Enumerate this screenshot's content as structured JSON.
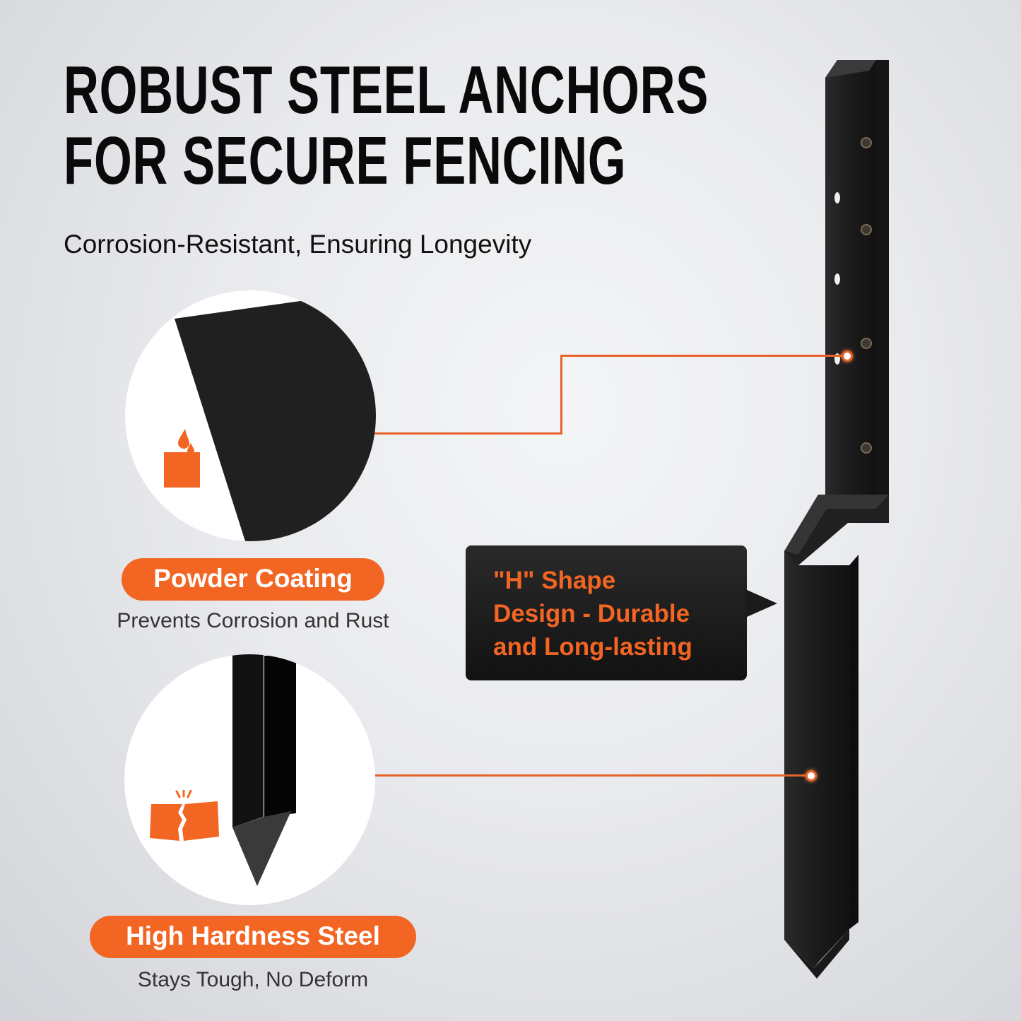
{
  "headline": {
    "line1": "ROBUST STEEL ANCHORS",
    "line2": "FOR SECURE FENCING"
  },
  "subtitle": "Corrosion-Resistant, Ensuring Longevity",
  "features": [
    {
      "title": "Powder Coating",
      "caption": "Prevents Corrosion and Rust",
      "icon": "melting-drop-icon"
    },
    {
      "title": "High Hardness Steel",
      "caption": "Stays Tough, No Deform",
      "icon": "cracked-block-icon"
    }
  ],
  "callout": {
    "line1": "\"H\" Shape",
    "line2": "Design - Durable",
    "line3": "and Long-lasting"
  },
  "colors": {
    "accent": "#f26522",
    "headline": "#0a0a0a",
    "product": "#1c1c1c"
  }
}
